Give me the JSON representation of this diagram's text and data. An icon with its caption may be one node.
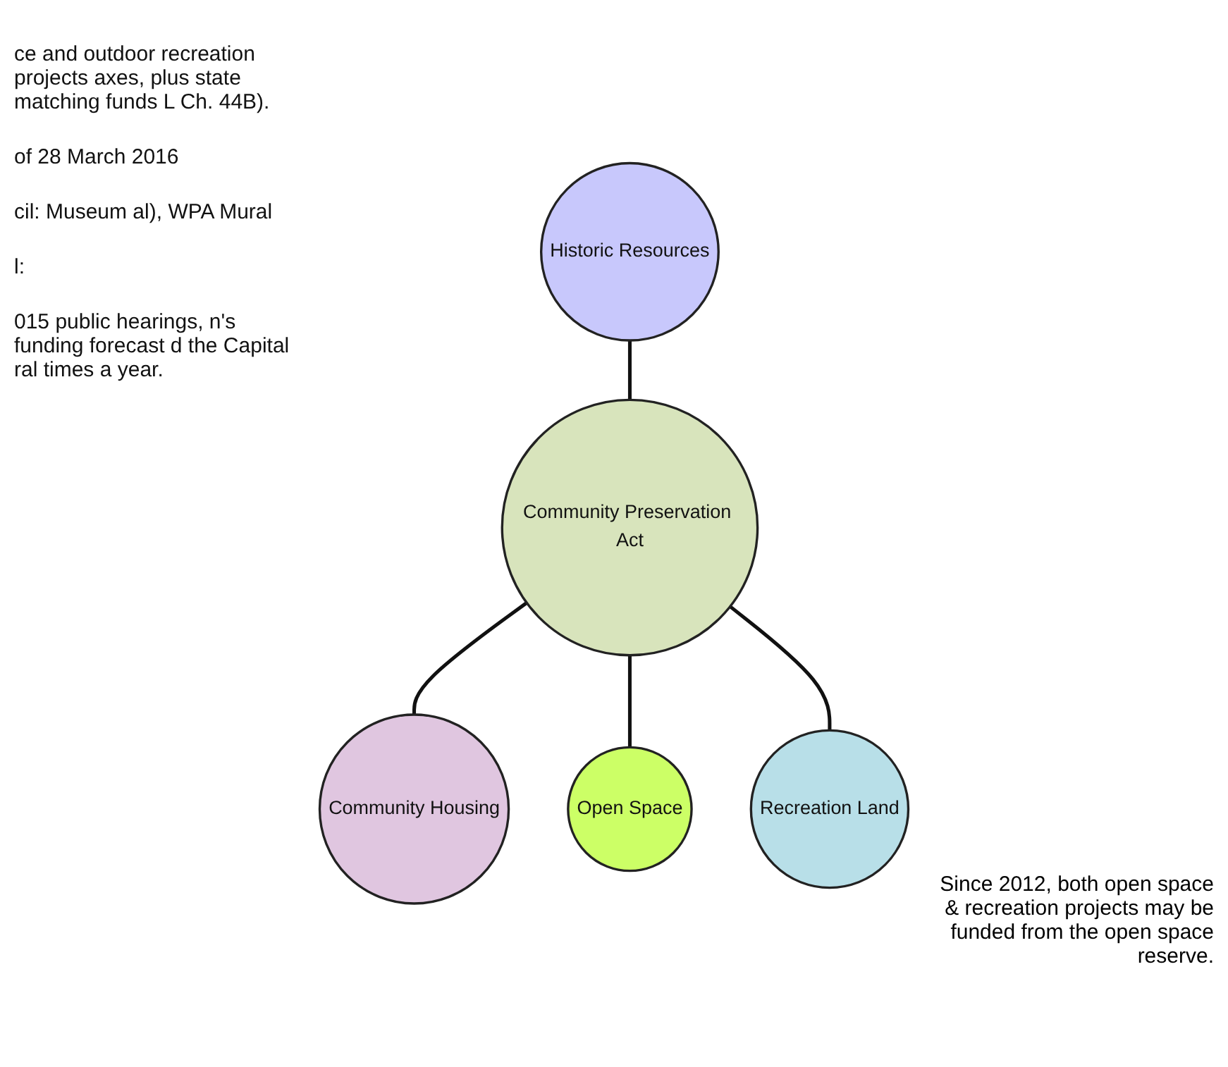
{
  "diagram": {
    "nodes": [
      {
        "text": [
          "Community Housing"
        ]
      },
      {
        "text": [
          "Historic Resources"
        ]
      },
      {
        "text": [
          "Community Preservation Act"
        ]
      },
      {
        "text": [
          "Open Space"
        ]
      },
      {
        "text": [
          "Recreation Land"
        ]
      }
    ],
    "edges": [
      {
        "from": 2,
        "to": 0,
        "arrow": "none"
      },
      {
        "from": 1,
        "to": 2,
        "arrow": "none"
      },
      {
        "from": 2,
        "to": 3,
        "arrow": "none"
      },
      {
        "from": 2,
        "to": 4,
        "arrow": "none"
      }
    ],
    "labels": [
      "ce and outdoor recreation projects axes, plus state matching funds L Ch. 44B).",
      "of 28 March 2016",
      "cil: Museum al), WPA Mural",
      "l:",
      "015 public hearings, n's funding forecast d the Capital ral times a year.",
      "Since 2012, both open space & recreation projects may be funded from the open space reserve."
    ]
  }
}
